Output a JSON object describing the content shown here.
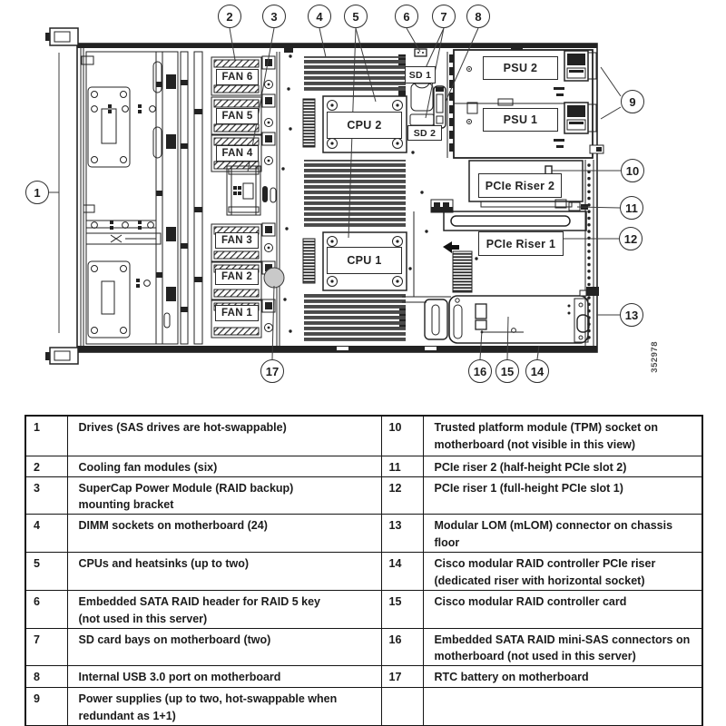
{
  "figure": {
    "code_vertical": "352978",
    "callouts": [
      "1",
      "2",
      "3",
      "4",
      "5",
      "6",
      "7",
      "8",
      "9",
      "10",
      "11",
      "12",
      "13",
      "14",
      "15",
      "16",
      "17"
    ],
    "labels": {
      "fans": [
        "FAN 6",
        "FAN 5",
        "FAN 4",
        "FAN 3",
        "FAN 2",
        "FAN 1"
      ],
      "cpu2": "CPU 2",
      "cpu1": "CPU 1",
      "psu2": "PSU 2",
      "psu1": "PSU 1",
      "sd1": "SD 1",
      "sd2": "SD 2",
      "riser2": "PCIe Riser 2",
      "riser1": "PCIe Riser 1"
    }
  },
  "legend": {
    "rows": [
      {
        "n1": "1",
        "d1": "Drives (SAS drives are hot-swappable)",
        "n2": "10",
        "d2": "Trusted platform module (TPM) socket on motherboard (not visible in this view)"
      },
      {
        "n1": "2",
        "d1": "Cooling fan modules (six)",
        "n2": "11",
        "d2": "PCIe riser 2 (half-height PCIe slot 2)"
      },
      {
        "n1": "3",
        "d1": "SuperCap Power Module (RAID backup) mounting bracket",
        "n2": "12",
        "d2": "PCIe riser 1 (full-height PCIe slot 1)"
      },
      {
        "n1": "4",
        "d1": "DIMM sockets on motherboard (24)",
        "n2": "13",
        "d2": "Modular LOM (mLOM) connector on chassis floor"
      },
      {
        "n1": "5",
        "d1": "CPUs and heatsinks (up to two)",
        "n2": "14",
        "d2": "Cisco modular RAID controller PCIe riser (dedicated riser with horizontal socket)"
      },
      {
        "n1": "6",
        "d1": "Embedded SATA RAID header for RAID 5 key (not used in this server)",
        "n2": "15",
        "d2": "Cisco modular RAID controller card"
      },
      {
        "n1": "7",
        "d1": "SD card bays on motherboard (two)",
        "n2": "16",
        "d2": "Embedded SATA RAID mini-SAS connectors on motherboard (not used in this server)"
      },
      {
        "n1": "8",
        "d1": "Internal USB 3.0 port on motherboard",
        "n2": "17",
        "d2": "RTC battery on motherboard"
      },
      {
        "n1": "9",
        "d1": "Power supplies (up to two, hot-swappable when redundant as 1+1)",
        "n2": "",
        "d2": ""
      }
    ]
  }
}
